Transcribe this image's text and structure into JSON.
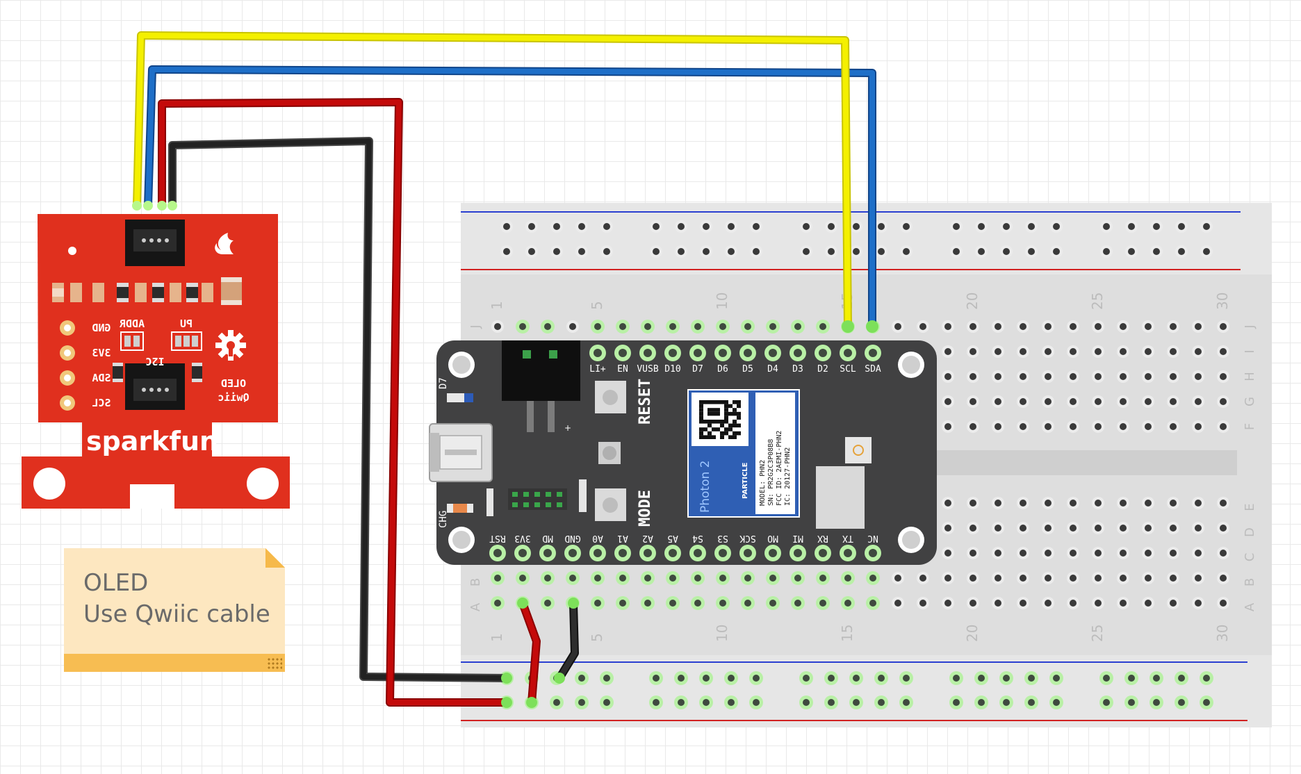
{
  "breadboard": {
    "column_numbers": [
      "1",
      "5",
      "10",
      "15",
      "20",
      "25",
      "30"
    ],
    "rows_top": [
      "J",
      "I",
      "H",
      "G",
      "F"
    ],
    "rows_bottom": [
      "E",
      "D",
      "C",
      "B",
      "A"
    ]
  },
  "oled_board": {
    "pin_labels": [
      "GND",
      "3V3",
      "SDA",
      "SCL"
    ],
    "jumper_labels": [
      "ADDR",
      "PU"
    ],
    "bus_label": "I2C",
    "title_lines": [
      "OLED",
      "Qwiic"
    ],
    "brand": "sparkfun"
  },
  "photon": {
    "top_pins": [
      "LI+",
      "EN",
      "VUSB",
      "D10",
      "D7",
      "D6",
      "D5",
      "D4",
      "D3",
      "D2",
      "SCL",
      "SDA"
    ],
    "bottom_pins": [
      "RST",
      "3V3",
      "MD",
      "GND",
      "A0",
      "A1",
      "A2",
      "A5",
      "S4",
      "S3",
      "SCK",
      "MO",
      "MI",
      "RX",
      "TX",
      "NC"
    ],
    "led_labels": [
      "D7",
      "CHG"
    ],
    "reset_label": "RESET",
    "mode_label": "MODE",
    "module_brand": "Photon 2",
    "module_maker": "PARTICLE",
    "module_info": [
      "MODEL: PHN2",
      "SN: PR2G2C3P08B8",
      "FCC ID: 2AEMI-PHN2",
      "IC: 20127-PHN2"
    ]
  },
  "wire_colors": {
    "sda": "#1e6fc8",
    "scl": "#f4f000",
    "vcc": "#c40a0a",
    "gnd": "#222222"
  },
  "note": {
    "lines": [
      "OLED",
      "Use Qwiic cable"
    ]
  }
}
